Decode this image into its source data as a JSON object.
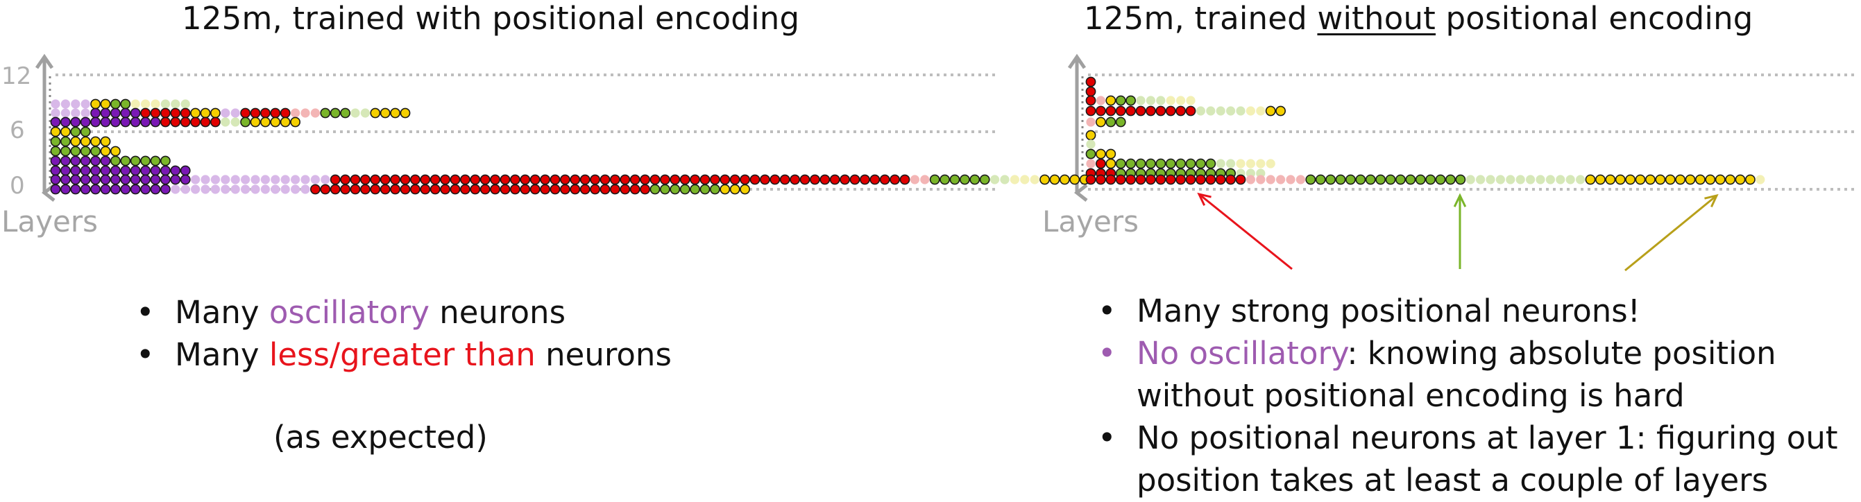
{
  "left_panel": {
    "title": "125m, trained with positional encoding",
    "y_ticks": [
      "12",
      "6",
      "0"
    ],
    "x_axis_label": "Layers",
    "bullets": [
      {
        "pre": "Many ",
        "hl": "oscillatory",
        "hl_color": "#9e5bb0",
        "post": " neurons"
      },
      {
        "pre": "Many ",
        "hl": "less/greater than",
        "hl_color": "#e8141c",
        "post": " neurons"
      }
    ],
    "note": "(as expected)"
  },
  "right_panel": {
    "title_pre": "125m, trained ",
    "title_underlined": "without",
    "title_post": " positional encoding",
    "x_axis_label": "Layers",
    "bullets": [
      {
        "pre": "Many strong positional neurons",
        "hl": "",
        "post": "!"
      },
      {
        "pre": "",
        "hl": "No oscillatory",
        "hl_color": "#9e5bb0",
        "post": ": knowing absolute position without positional encoding is hard"
      },
      {
        "pre": "No positional neurons at layer 1: figuring out position takes at least a couple of layers",
        "hl": "",
        "post": ""
      }
    ]
  },
  "colors": {
    "purple": "#7a18b5",
    "purple_light": "#d8b8e8",
    "red": "#e00000",
    "red_light": "#f3b5b5",
    "green": "#7ab52a",
    "green_light": "#d6e8b8",
    "yellow": "#f5d000",
    "yellow_light": "#f3f0b5",
    "grid": "#bdbdbd",
    "axis": "#a0a0a0",
    "arrow_red": "#e8141c",
    "arrow_green": "#7ab52a",
    "arrow_yellow": "#b8a01a"
  }
}
